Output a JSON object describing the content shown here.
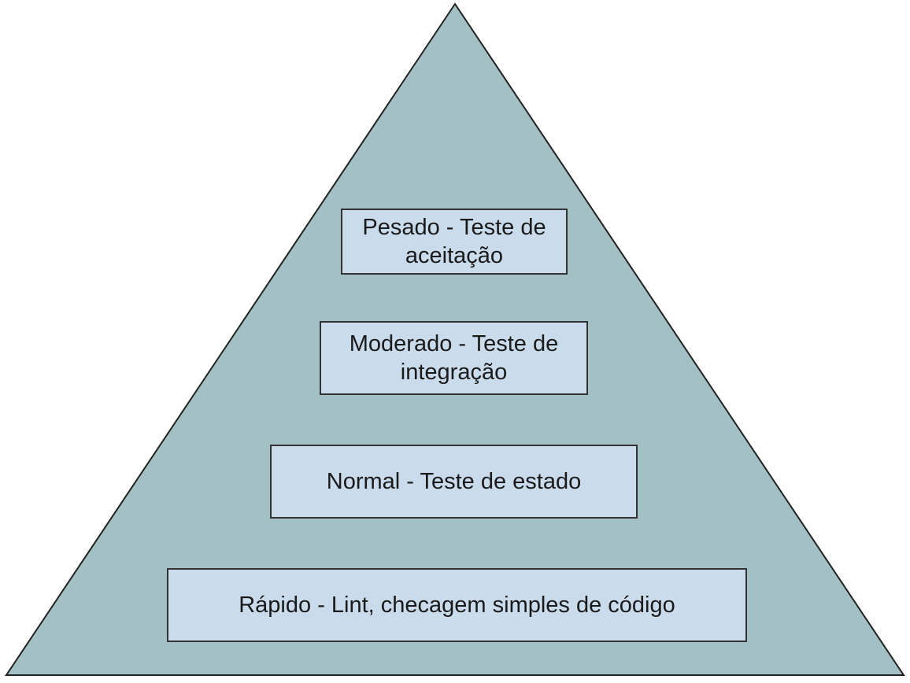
{
  "title": "Pirâmide de testes",
  "colors": {
    "pyramid_fill": "#a3c1c5",
    "box_fill": "#cadcec",
    "border": "#333333"
  },
  "levels": [
    {
      "line1": "Pesado - Teste de",
      "line2": "aceitação"
    },
    {
      "line1": "Moderado - Teste de",
      "line2": "integração"
    },
    {
      "line1": "Normal - Teste de estado"
    },
    {
      "line1": "Rápido - Lint, checagem simples de código"
    }
  ]
}
